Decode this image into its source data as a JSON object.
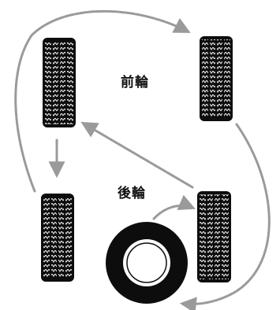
{
  "labels": {
    "front": "前輪",
    "rear": "後輪"
  },
  "colors": {
    "tire": "#0d0d0d",
    "tread": "#ffffff",
    "arrow": "#9a9a9a",
    "background": "#ffffff"
  },
  "tires": [
    "front-left",
    "front-right",
    "rear-left",
    "rear-right",
    "spare"
  ]
}
